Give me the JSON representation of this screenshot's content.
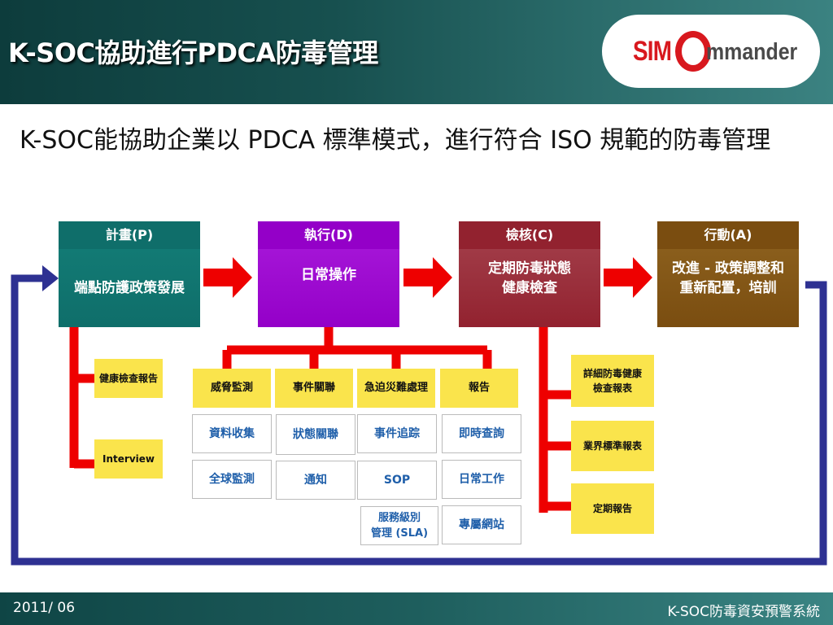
{
  "header": {
    "title": "K-SOC協助進行PDCA防毒管理"
  },
  "logo": {
    "text_left": "SIM",
    "text_right": "mmander",
    "icon": "ring-c-icon"
  },
  "subtitle": "K-SOC能協助企業以 PDCA 標準模式，進行符合 ISO 規範的防毒管理",
  "phases": [
    {
      "heading": "計畫(P)",
      "body": "端點防護政策發展",
      "color_top": "#0f6e6a",
      "color_bottom": "#127a74"
    },
    {
      "heading": "執行(D)",
      "body": "日常操作",
      "color_top": "#9400c8",
      "color_bottom": "#a414d6"
    },
    {
      "heading": "檢核(C)",
      "body": "定期防毒狀態\n健康檢查",
      "color_top": "#92222f",
      "color_bottom": "#a03a46"
    },
    {
      "heading": "行動(A)",
      "body": "改進 - 政策調整和\n重新配置，培訓",
      "color_top": "#7a4d10",
      "color_bottom": "#8a5e1c"
    }
  ],
  "plan_outputs": [
    "健康檢查報告",
    "Interview"
  ],
  "do_categories": [
    {
      "title": "威脅監測",
      "items": [
        "資料收集",
        "全球監測"
      ]
    },
    {
      "title": "事件關聯",
      "items": [
        "狀態關聯",
        "通知"
      ]
    },
    {
      "title": "急迫災難處理",
      "items": [
        "事件追踪",
        "SOP",
        "服務級別\n管理 (SLA)"
      ]
    },
    {
      "title": "報告",
      "items": [
        "即時查詢",
        "日常工作",
        "專屬網站"
      ]
    }
  ],
  "check_outputs": [
    "詳細防毒健康\n檢查報表",
    "業界標準報表",
    "定期報告"
  ],
  "footer": {
    "date": "2011/ 06",
    "system_name": "K-SOC防毒資安預警系統"
  },
  "colors": {
    "connector_red": "#ee0000",
    "loop_blue": "#2e3192",
    "yellow_box": "#fae44c",
    "white_box_text": "#1f5faa"
  }
}
